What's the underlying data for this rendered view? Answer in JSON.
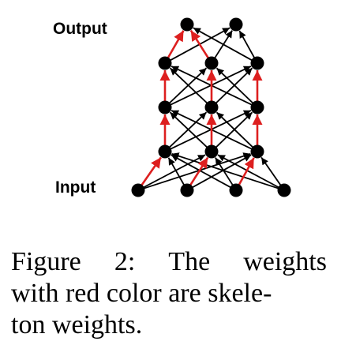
{
  "diagram": {
    "output_label": "Output",
    "input_label": "Input",
    "colors": {
      "normal": "#000000",
      "skeleton": "#dd1f1f",
      "node": "#000000"
    },
    "layers": [
      {
        "name": "input",
        "count": 4
      },
      {
        "name": "hidden-1",
        "count": 3
      },
      {
        "name": "hidden-2",
        "count": 3
      },
      {
        "name": "hidden-3",
        "count": 3
      },
      {
        "name": "output",
        "count": 2
      }
    ],
    "skeleton_edges": [
      {
        "from": [
          0,
          0
        ],
        "to": [
          1,
          0
        ]
      },
      {
        "from": [
          0,
          1
        ],
        "to": [
          1,
          1
        ]
      },
      {
        "from": [
          0,
          2
        ],
        "to": [
          1,
          2
        ]
      },
      {
        "from": [
          1,
          0
        ],
        "to": [
          2,
          0
        ]
      },
      {
        "from": [
          1,
          1
        ],
        "to": [
          2,
          1
        ]
      },
      {
        "from": [
          1,
          2
        ],
        "to": [
          2,
          2
        ]
      },
      {
        "from": [
          2,
          0
        ],
        "to": [
          3,
          0
        ]
      },
      {
        "from": [
          2,
          1
        ],
        "to": [
          3,
          1
        ]
      },
      {
        "from": [
          2,
          2
        ],
        "to": [
          3,
          2
        ]
      },
      {
        "from": [
          3,
          0
        ],
        "to": [
          4,
          0
        ]
      },
      {
        "from": [
          3,
          1
        ],
        "to": [
          4,
          0
        ]
      }
    ]
  },
  "caption": {
    "words_line1": [
      "Figure",
      "2:",
      "The",
      "weights"
    ],
    "line2": "with red color are skele-",
    "line3": "ton weights."
  }
}
